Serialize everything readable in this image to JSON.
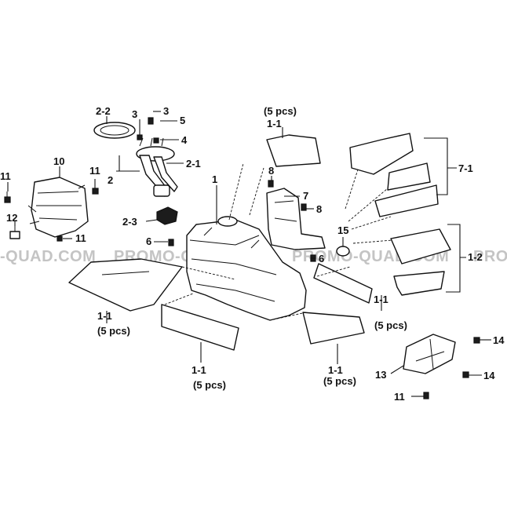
{
  "watermark": {
    "text_left": "-QUAD.COM",
    "text_center": "PROMO-QUAD.COM",
    "text_right_1": "PROMO-QUAD.COM",
    "text_right_2": "PRO"
  },
  "callouts": {
    "c_1": "1",
    "c_1_1_top": "1-1",
    "c_1_1_top_qty": "(5 pcs)",
    "c_1_1_left": "1-1",
    "c_1_1_left_qty": "(5 pcs)",
    "c_1_1_bottom": "1-1",
    "c_1_1_bottom_qty": "(5 pcs)",
    "c_1_1_bottom_right": "1-1",
    "c_1_1_bottom_right_qty": "(5 pcs)",
    "c_1_1_right": "1-1",
    "c_1_1_right_qty": "(5 pcs)",
    "c_1_2": "1-2",
    "c_2": "2",
    "c_2_1": "2-1",
    "c_2_2": "2-2",
    "c_2_3": "2-3",
    "c_3_top": "3",
    "c_3_left": "3",
    "c_4": "4",
    "c_5": "5",
    "c_6_left": "6",
    "c_6_right": "6",
    "c_7": "7",
    "c_7_1": "7-1",
    "c_8_top": "8",
    "c_8_right": "8",
    "c_10": "10",
    "c_11_left": "11",
    "c_11_mid": "11",
    "c_11_lower": "11",
    "c_11_bottom": "11",
    "c_12": "12",
    "c_13": "13",
    "c_14_top": "14",
    "c_14_bottom": "14",
    "c_15": "15"
  }
}
